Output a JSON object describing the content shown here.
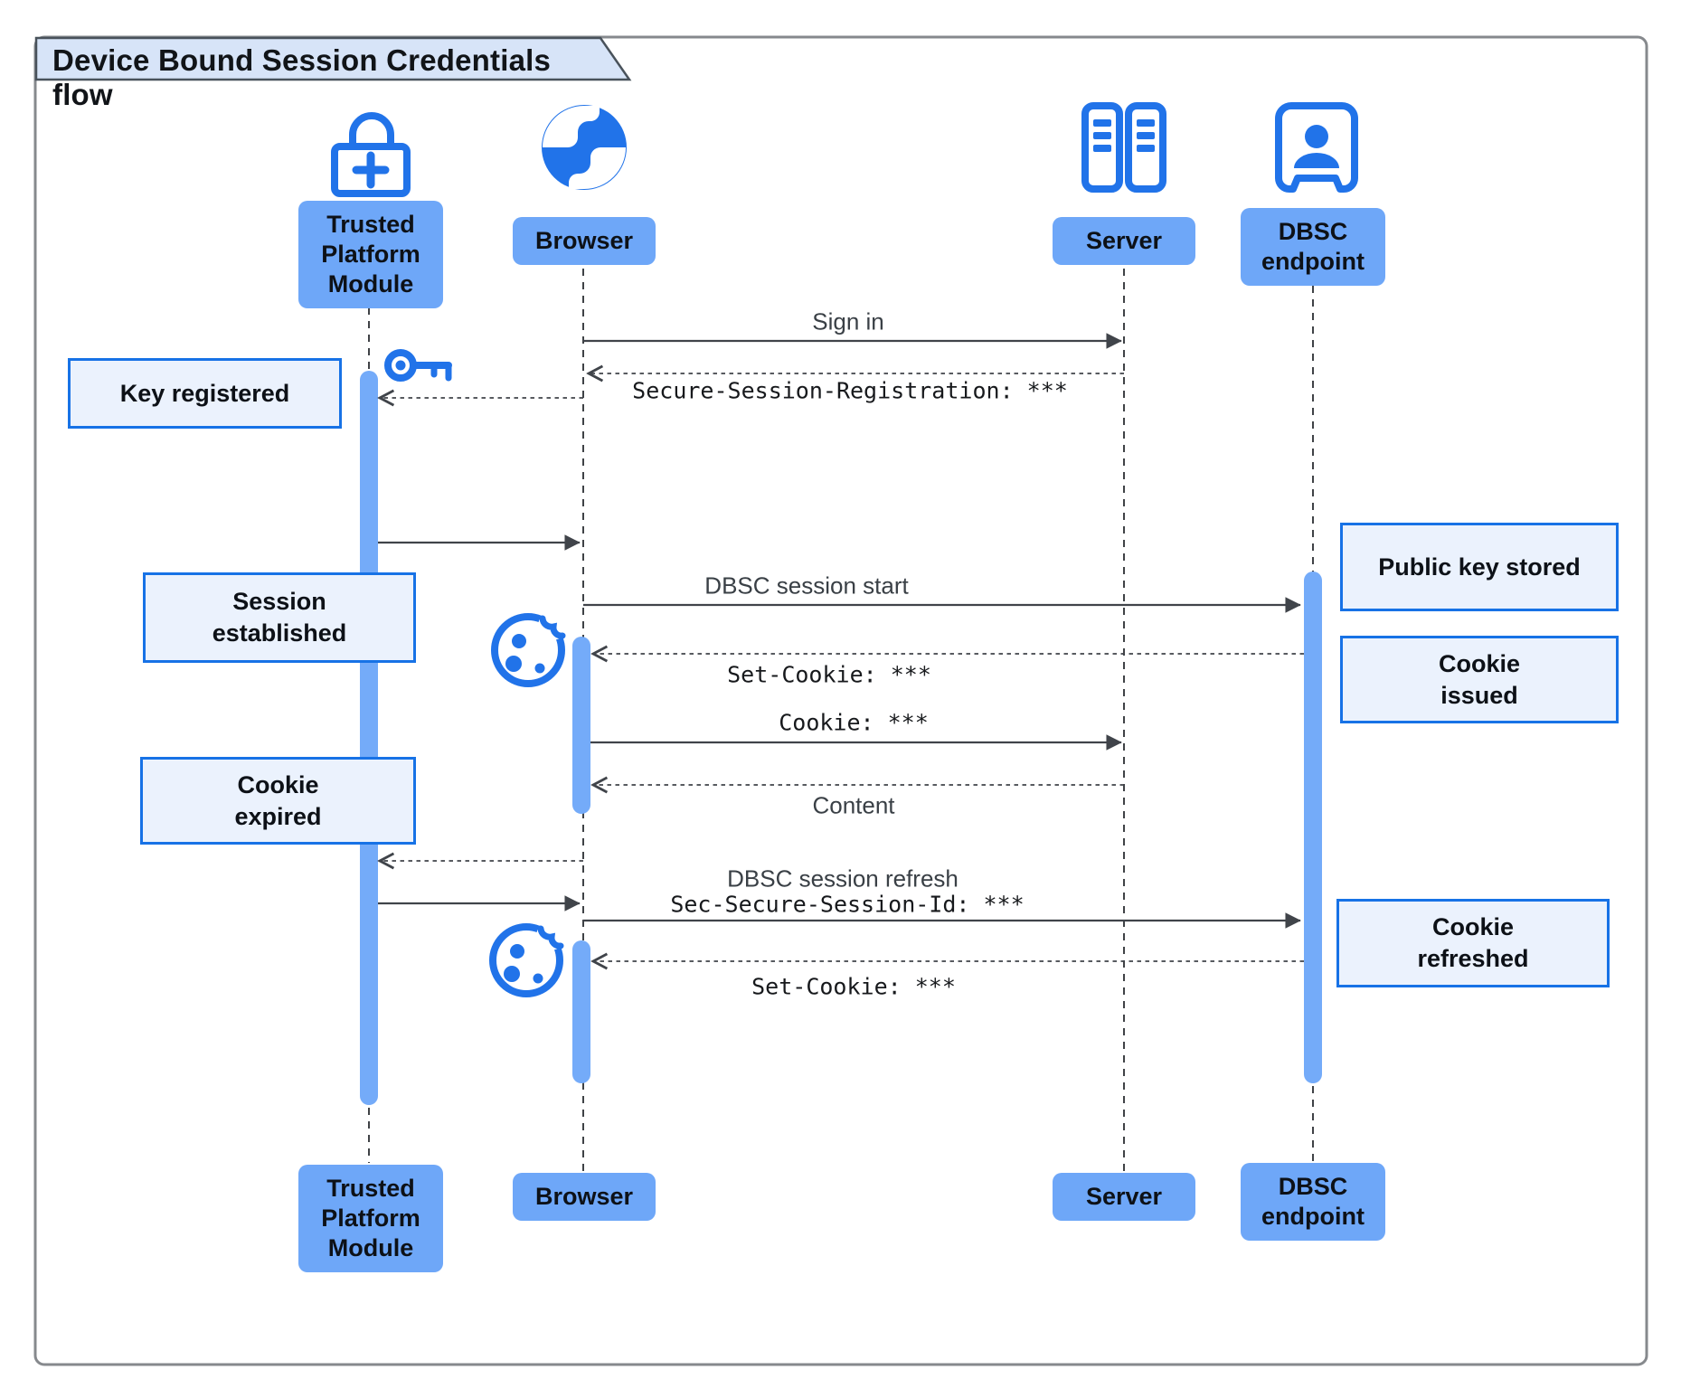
{
  "header": {
    "title": "Device Bound Session Credentials flow"
  },
  "actors": [
    {
      "id": "tpm",
      "label": "Trusted\nPlatform\nModule",
      "icon": "lock-plus-icon"
    },
    {
      "id": "browser",
      "label": "Browser",
      "icon": "globe-icon"
    },
    {
      "id": "server",
      "label": "Server",
      "icon": "server-rack-icon"
    },
    {
      "id": "dbsc",
      "label": "DBSC\nendpoint",
      "icon": "person-booth-icon"
    }
  ],
  "messages": {
    "sign_in": "Sign in",
    "secure_session_registration": "Secure-Session-Registration: ***",
    "dbsc_session_start": "DBSC session start",
    "set_cookie_first": "Set-Cookie: ***",
    "cookie": "Cookie: ***",
    "content": "Content",
    "dbsc_session_refresh": "DBSC session refresh",
    "sec_secure_session_id": "Sec-Secure-Session-Id: ***",
    "set_cookie_second": "Set-Cookie: ***"
  },
  "notes": {
    "key_registered": "Key registered",
    "session_established": "Session\nestablished",
    "cookie_expired": "Cookie\nexpired",
    "public_key_stored": "Public key stored",
    "cookie_issued": "Cookie\nissued",
    "cookie_refreshed": "Cookie\nrefreshed"
  },
  "decorations": {
    "key_icon": "key-icon",
    "cookie_icon_1": "cookie-icon",
    "cookie_icon_2": "cookie-icon"
  },
  "colors": {
    "icon-blue": "#2173E9",
    "actor-fill": "#6EA7F8",
    "activation-fill": "#74ABF9",
    "note-fill": "#EBF2FD",
    "note-border": "#1772E6",
    "title-fill": "#D7E4F8",
    "frame-border": "#86898D",
    "line-color": "#40444A",
    "message-text": "#3A4046"
  }
}
